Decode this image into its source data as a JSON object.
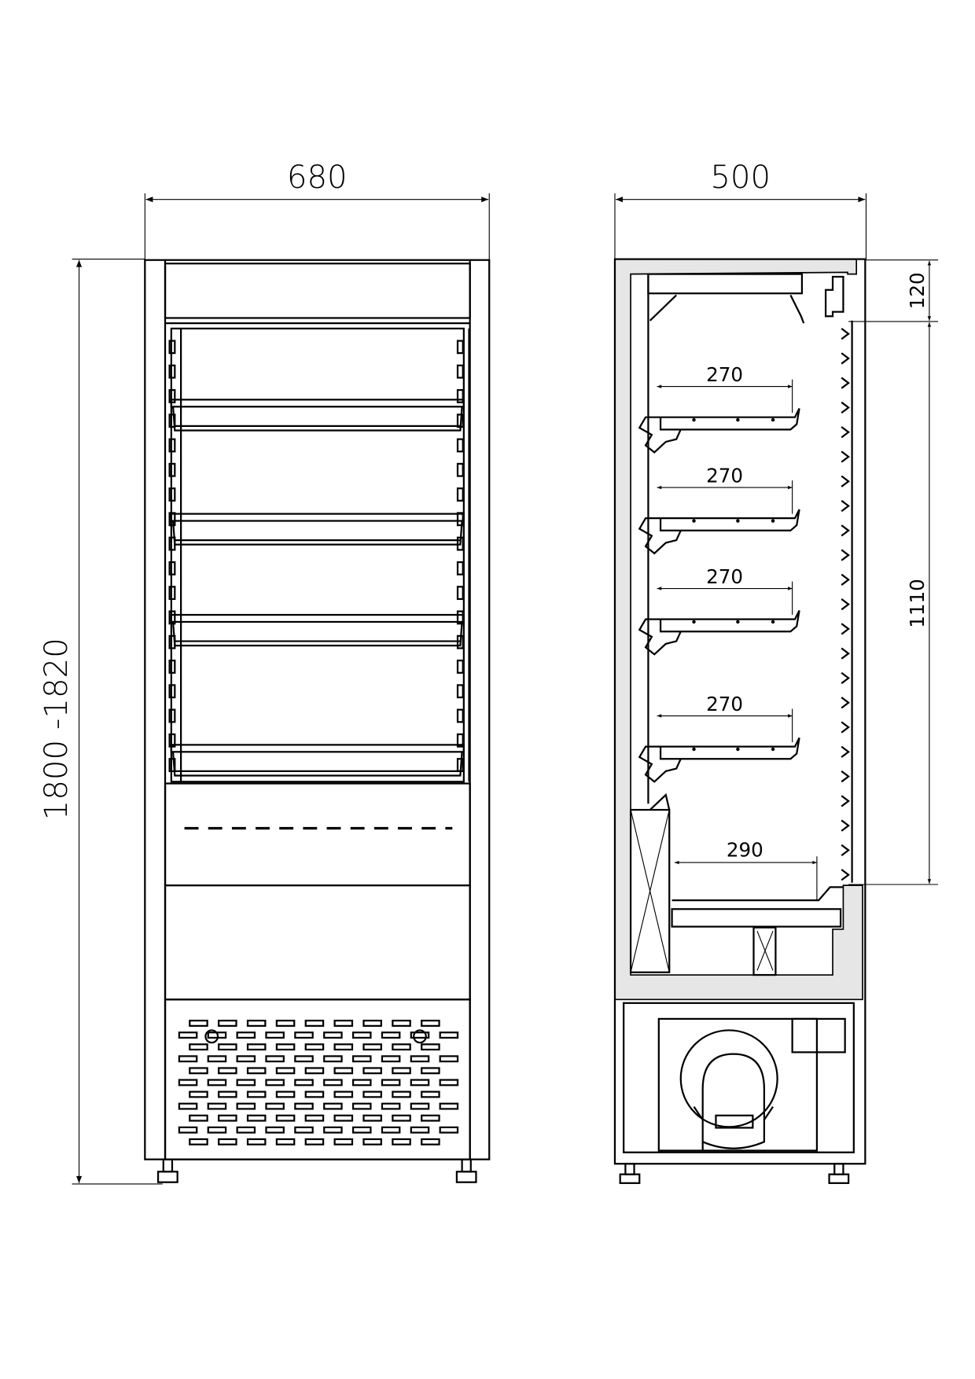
{
  "front_view": {
    "width_label": "680",
    "height_label": "1800  -1820",
    "shelf_count": 4
  },
  "side_view": {
    "depth_label": "500",
    "canopy_height_label": "120",
    "display_height_label": "1110",
    "shelf_depth_labels": [
      "270",
      "270",
      "270",
      "270"
    ],
    "base_depth_label": "290"
  }
}
